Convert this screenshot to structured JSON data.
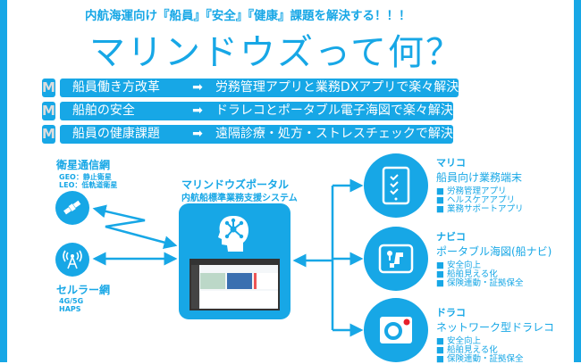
{
  "header": {
    "subtitle": "内航海運向け『船員』『安全』『健康』課題を解決する！！！",
    "title": "マリンドウズって何？"
  },
  "rows": [
    {
      "icon": "M",
      "issue": "船員働き方改革",
      "solution": "労務管理アプリと業務DXアプリで楽々解決"
    },
    {
      "icon": "M",
      "issue": "船舶の安全",
      "solution": "ドラレコとポータブル電子海図で楽々解決"
    },
    {
      "icon": "M",
      "issue": "船員の健康課題",
      "solution": "遠隔診療・処方・ストレスチェックで解決"
    }
  ],
  "arrow_glyph": "➡",
  "satellite": {
    "title": "衛星通信網",
    "lines": [
      "GEO：静止衛星",
      "LEO：低軌道衛星"
    ]
  },
  "cellular": {
    "title": "セルラー網",
    "lines": [
      "4G/5G",
      "HAPS"
    ]
  },
  "portal": {
    "title": "マリンドウズポータル",
    "subtitle": "内航船標準業務支援システム"
  },
  "products": [
    {
      "name": "マリコ",
      "desc": "船員向け業務端末",
      "bullets": [
        "労務管理アプリ",
        "ヘルスケアアプリ",
        "業務サポートアプリ"
      ]
    },
    {
      "name": "ナビコ",
      "desc": "ポータブル海図(船ナビ)",
      "bullets": [
        "安全向上",
        "船舶見える化",
        "保険連動・証拠保全"
      ]
    },
    {
      "name": "ドラコ",
      "desc": "ネットワーク型ドラレコ",
      "bullets": [
        "安全向上",
        "船舶見える化",
        "保険連動・証拠保全"
      ]
    }
  ],
  "bullet_glyph": "■",
  "colors": {
    "accent": "#17a7e6",
    "record": "#e8202a"
  }
}
